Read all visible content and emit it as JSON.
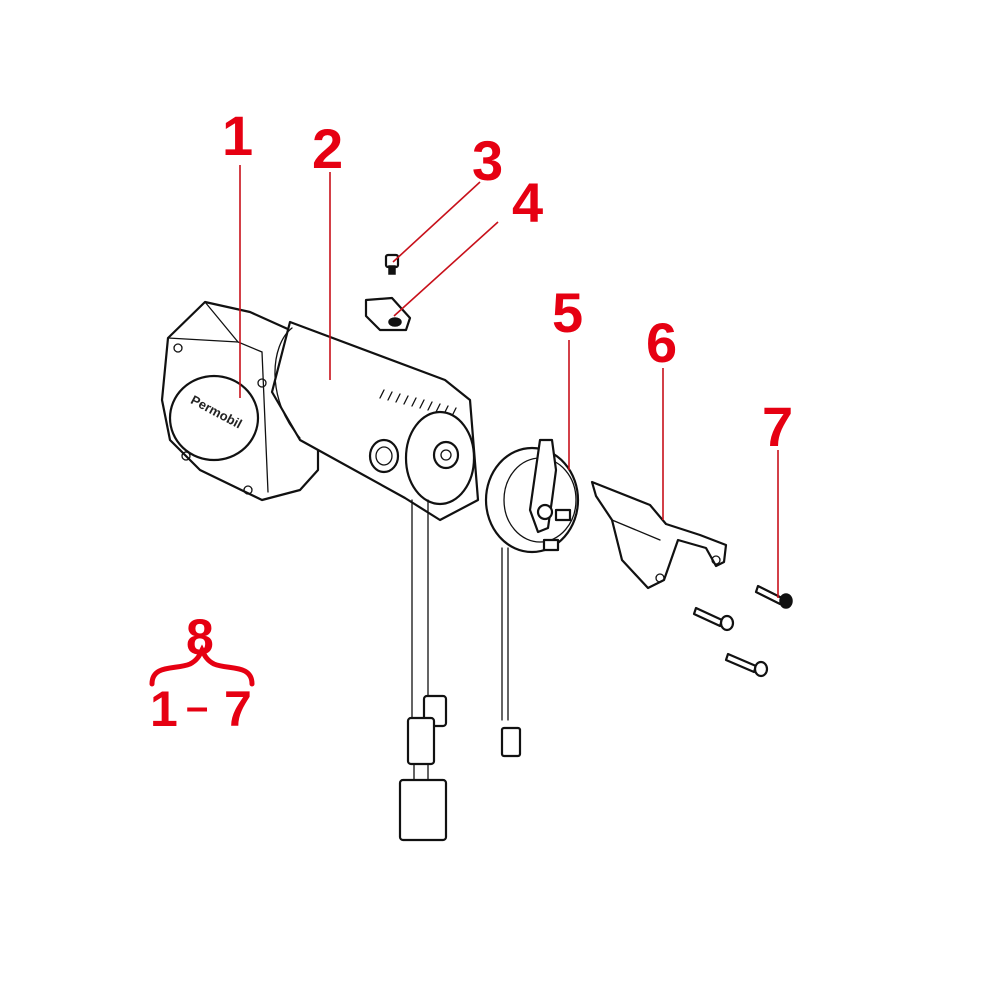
{
  "diagram": {
    "callouts": [
      {
        "id": "1",
        "label": "1"
      },
      {
        "id": "2",
        "label": "2"
      },
      {
        "id": "3",
        "label": "3"
      },
      {
        "id": "4",
        "label": "4"
      },
      {
        "id": "5",
        "label": "5"
      },
      {
        "id": "6",
        "label": "6"
      },
      {
        "id": "7",
        "label": "7"
      }
    ],
    "kit": {
      "label": "8",
      "range_start": "1",
      "range_dash": "–",
      "range_end": "7"
    },
    "logo_text": "Permobil",
    "colors": {
      "callout": "#e60012",
      "leader": "#c8101a",
      "line": "#111111"
    }
  }
}
